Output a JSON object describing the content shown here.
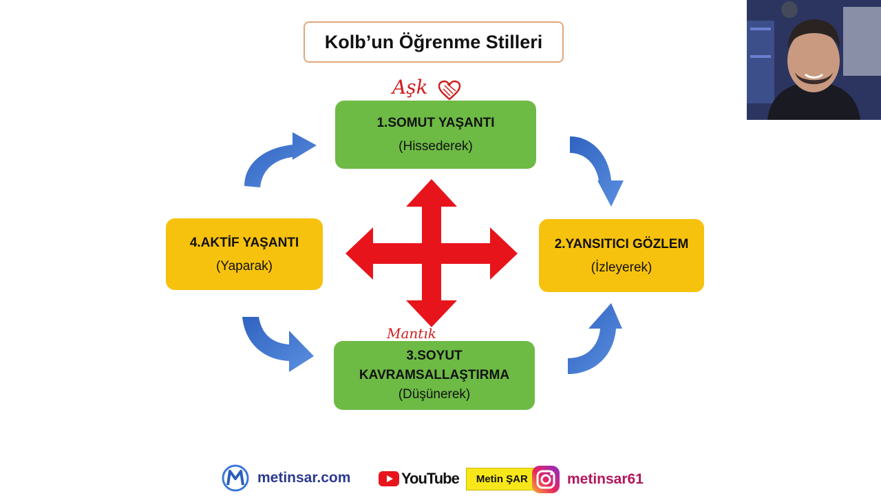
{
  "title": "Kolb’un Öğrenme Stilleri",
  "stages": [
    {
      "head": "1.SOMUT YAŞANTI",
      "sub": "(Hissederek)"
    },
    {
      "head": "2.YANSITICI GÖZLEM",
      "sub": "(İzleyerek)"
    },
    {
      "head_line1": "3.SOYUT",
      "head_line2": "KAVRAMSALLAŞTIRMA",
      "sub": "(Düşünerek)"
    },
    {
      "head": "4.AKTİF YAŞANTI",
      "sub": "(Yaparak)"
    }
  ],
  "annotations": {
    "top": "Aşk",
    "bottom": "Mantık"
  },
  "footer": {
    "website": "metinsar.com",
    "youtube_logo_text": "YouTube",
    "youtube_channel": "Metin ŞAR",
    "instagram": "metinsar61"
  },
  "colors": {
    "green": "#6dba45",
    "yellow": "#f7c20e",
    "arrow_blue": "#3e73c9",
    "cross_red": "#e8141c",
    "title_border": "#e0a77c"
  }
}
